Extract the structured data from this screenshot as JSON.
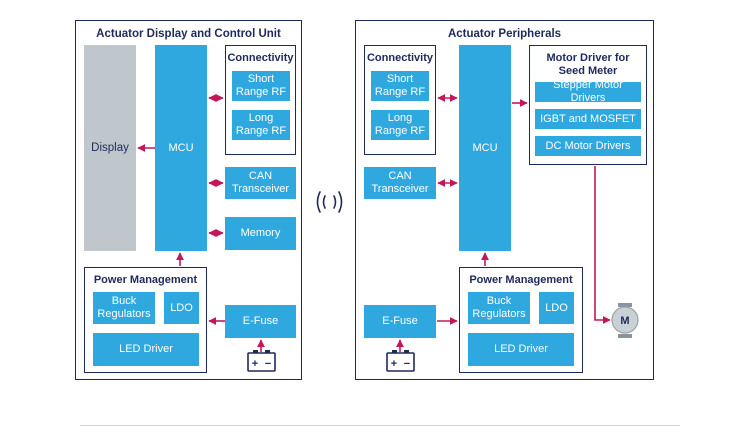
{
  "left_unit": {
    "title": "Actuator Display and Control Unit",
    "display": "Display",
    "mcu": "MCU",
    "connectivity": {
      "title": "Connectivity",
      "short_range": [
        "Short",
        "Range RF"
      ],
      "long_range": [
        "Long",
        "Range RF"
      ]
    },
    "can": [
      "CAN",
      "Transceiver"
    ],
    "memory": "Memory",
    "power_management": {
      "title": "Power Management",
      "buck": [
        "Buck",
        "Regulators"
      ],
      "ldo": "LDO",
      "led_driver": "LED Driver"
    },
    "efuse": "E-Fuse"
  },
  "right_unit": {
    "title": "Actuator Peripherals",
    "mcu": "MCU",
    "connectivity": {
      "title": "Connectivity",
      "short_range": [
        "Short",
        "Range RF"
      ],
      "long_range": [
        "Long",
        "Range RF"
      ]
    },
    "can": [
      "CAN",
      "Transceiver"
    ],
    "motor_driver": {
      "title": [
        "Motor Driver for",
        "Seed Meter"
      ],
      "stepper": "Stepper Motor Drivers",
      "igbt": "IGBT and MOSFET",
      "dc": "DC Motor Drivers"
    },
    "power_management": {
      "title": "Power Management",
      "buck": [
        "Buck",
        "Regulators"
      ],
      "ldo": "LDO",
      "led_driver": "LED Driver"
    },
    "efuse": "E-Fuse",
    "motor": "M"
  },
  "battery": {
    "plus": "+",
    "minus": "−"
  },
  "colors": {
    "block": "#2ea8df",
    "outline": "#1f2a5a",
    "arrow": "#c2185b",
    "display": "#bfc7cd"
  }
}
